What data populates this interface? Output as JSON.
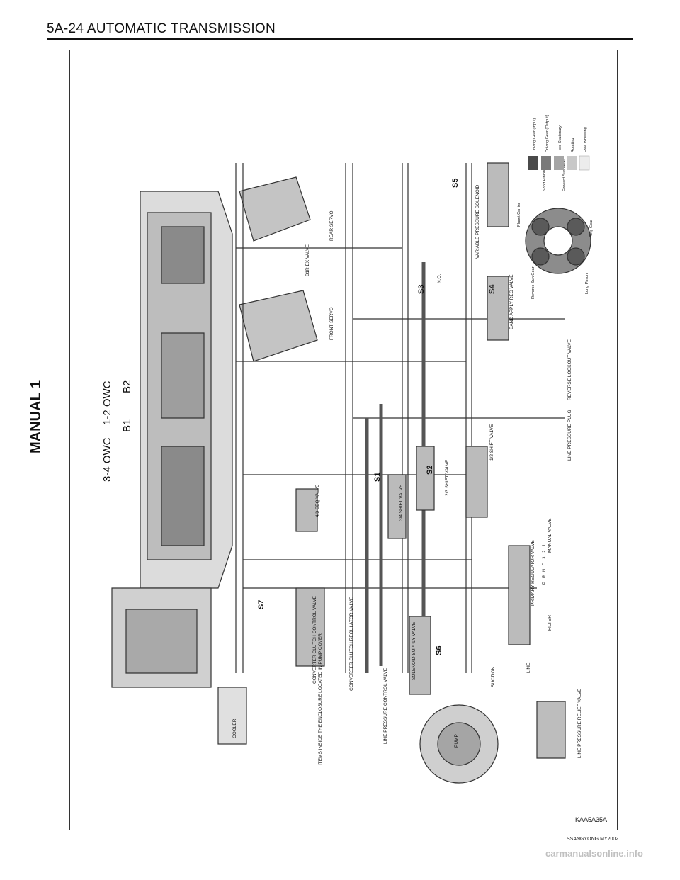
{
  "header": {
    "title": "5A-24  AUTOMATIC TRANSMISSION"
  },
  "side_title": "MANUAL  1",
  "diagram": {
    "big_labels": [
      "3-4 OWC",
      "B1",
      "1-2 OWC",
      "B2"
    ],
    "solenoids": [
      "S1",
      "S2",
      "S3",
      "S4",
      "S5",
      "S6",
      "S7"
    ],
    "valves": [
      "4/3 SEQ VALVE",
      "3/4 SHIFT VALVE",
      "2/3 SHIFT VALVE",
      "1/2 SHIFT VALVE",
      "REAR SERVO",
      "FRONT SERVO",
      "B1R EX VALVE",
      "BAND APPLY REG VALVE",
      "VARIABLE PRESSURE SOLENOID",
      "REVERSE LOCKOUT VALVE",
      "LINE PRESSURE PLUG",
      "MANUAL VALVE",
      "PRIMARY REGULATOR VALVE",
      "CONVERTER CLUTCH CONTROL VALVE",
      "CONVERTER CLUTCH REGULATOR VALVE",
      "SOLENOID SUPPLY VALVE",
      "LINE PRESSURE CONTROL VALVE",
      "ITEMS INSIDE THE ENCLOSURE LOCATED IN PUMP COVER",
      "LINE PRESSURE RELIEF VALVE",
      "PUMP",
      "COOLER",
      "FILTER",
      "SUCTION",
      "LINE",
      "N.O."
    ],
    "manual_positions": [
      "P",
      "R",
      "N",
      "D",
      "3",
      "2",
      "1"
    ],
    "legend": {
      "items": [
        {
          "label": "Driving Gear (Input)",
          "color": "#4a4a4a"
        },
        {
          "label": "Driving Gear (Output)",
          "color": "#7a7a7a"
        },
        {
          "label": "Held Stationary",
          "color": "#a5a5a5"
        },
        {
          "label": "Rotating",
          "color": "#c8c8c8"
        },
        {
          "label": "Free Wheeling",
          "color": "#ececec"
        }
      ],
      "gearset_labels": [
        "Planet Carrier",
        "Short Pinion",
        "Forward Sun Gear",
        "Ring Gear",
        "Long Pinion",
        "Reverse Sun Gear"
      ]
    },
    "ref_code": "KAA5A35A"
  },
  "footer": {
    "model": "SSANGYONG  MY2002",
    "watermark": "carmanualsonline.info"
  }
}
